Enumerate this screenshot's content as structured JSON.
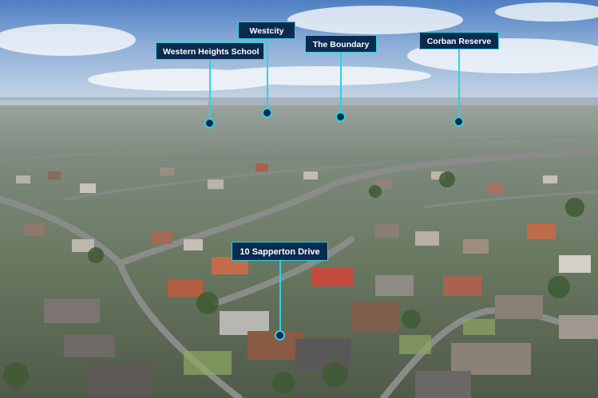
{
  "markers": [
    {
      "id": "western-heights-school",
      "label": "Western Heights School"
    },
    {
      "id": "westcity",
      "label": "Westcity"
    },
    {
      "id": "the-boundary",
      "label": "The Boundary"
    },
    {
      "id": "corban-reserve",
      "label": "Corban Reserve"
    },
    {
      "id": "sapperton-drive",
      "label": "10 Sapperton Drive"
    }
  ],
  "colors": {
    "label_background": "#0b2a4f",
    "label_border": "#2fd2e0",
    "label_text": "#ffffff"
  }
}
